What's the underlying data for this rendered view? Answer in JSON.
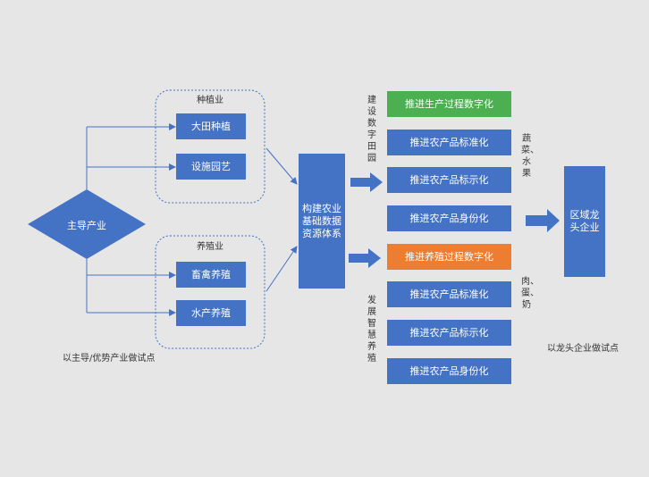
{
  "main_industry": "主导产业",
  "main_caption": "以主导/优势产业做试点",
  "planting": {
    "group_label": "种植业",
    "items": [
      "大田种植",
      "设施园艺"
    ]
  },
  "breeding": {
    "group_label": "养殖业",
    "items": [
      "畜禽养殖",
      "水产养殖"
    ]
  },
  "center_box": "构建农业基础数据资源体系",
  "digital_farm": {
    "side_label": "建设数字田园",
    "products_label": "蔬菜、水果",
    "items": [
      "推进生产过程数字化",
      "推进农产品标准化",
      "推进农产品标示化",
      "推进农产品身份化"
    ]
  },
  "smart_breeding": {
    "side_label": "发展智慧养殖",
    "products_label": "肉、蛋、奶",
    "items": [
      "推进养殖过程数字化",
      "推进农产品标准化",
      "推进农产品标示化",
      "推进农产品身份化"
    ]
  },
  "leader": {
    "box": "区域龙头企业",
    "caption": "以龙头企业做试点"
  },
  "colors": {
    "box": "#4472c4",
    "highlight_green": "#4caf50",
    "highlight_orange": "#ed7d31",
    "background": "#e6e6e6"
  }
}
